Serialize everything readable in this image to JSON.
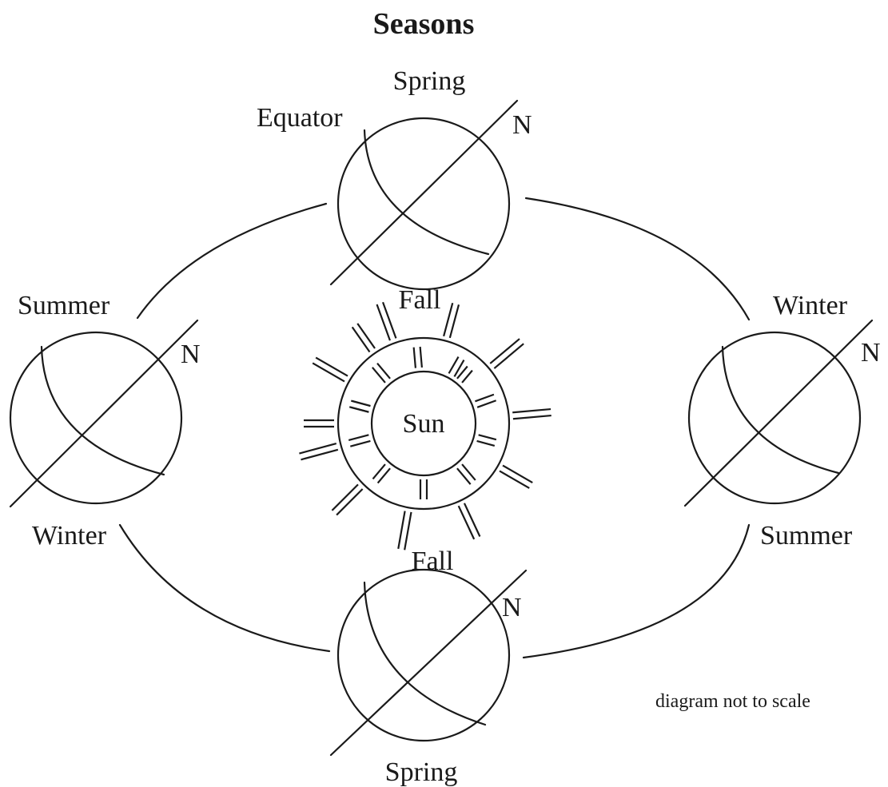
{
  "title": "Seasons",
  "sun_label": "Sun",
  "equator_label": "Equator",
  "north_label": "N",
  "note": "diagram not to scale",
  "positions": {
    "top": {
      "above": "Spring",
      "below": "Fall"
    },
    "left": {
      "above": "Summer",
      "below": "Winter"
    },
    "right": {
      "above": "Winter",
      "below": "Summer"
    },
    "bottom": {
      "above": "Fall",
      "below": "Spring"
    }
  }
}
